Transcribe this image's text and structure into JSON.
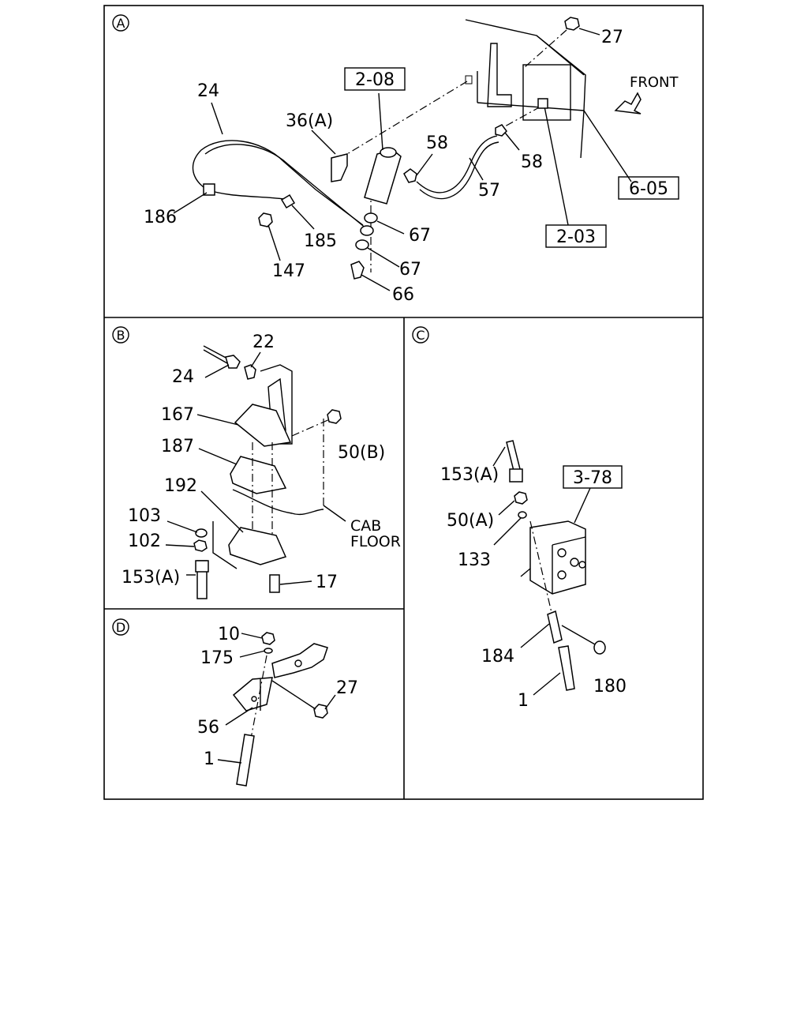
{
  "panels": {
    "a": {
      "letter": "A",
      "labels": {
        "l27": "27",
        "front": "FRONT",
        "r208": "2-08",
        "l24": "24",
        "l36a": "36(A)",
        "l58a": "58",
        "l58b": "58",
        "l57": "57",
        "r605": "6-05",
        "l186": "186",
        "l185": "185",
        "l67a": "67",
        "l67b": "67",
        "r203": "2-03",
        "l147": "147",
        "l66": "66"
      }
    },
    "b": {
      "letter": "B",
      "labels": {
        "l22": "22",
        "l24": "24",
        "l167": "167",
        "l187": "187",
        "l50b": "50(B)",
        "l192": "192",
        "l103": "103",
        "l102": "102",
        "cab": "CAB",
        "floor": "FLOOR",
        "l153a": "153(A)",
        "l17": "17"
      }
    },
    "c": {
      "letter": "C",
      "labels": {
        "l153a": "153(A)",
        "r378": "3-78",
        "l50a": "50(A)",
        "l133": "133",
        "l184": "184",
        "l180": "180",
        "l1": "1"
      }
    },
    "d": {
      "letter": "D",
      "labels": {
        "l10": "10",
        "l175": "175",
        "l27": "27",
        "l56": "56",
        "l1": "1"
      }
    }
  }
}
